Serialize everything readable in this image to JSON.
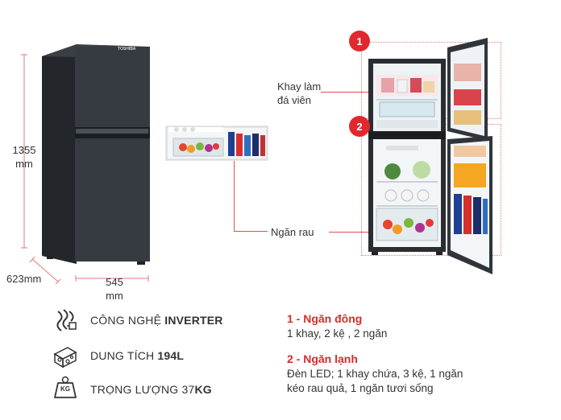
{
  "dimensions": {
    "height_value": "1355",
    "height_unit": "mm",
    "depth": "623mm",
    "width_value": "545",
    "width_unit": "mm"
  },
  "brand_logo_text": "TOSHIBA",
  "callouts": {
    "ice_tray": {
      "line1": "Khay làm",
      "line2": "đá viên"
    },
    "veg_drawer": "Ngăn rau"
  },
  "badges": {
    "freezer": "1",
    "fridge": "2"
  },
  "features": [
    {
      "prefix": "CÔNG NGHỆ ",
      "bold": "INVERTER",
      "suffix": "",
      "icon": "inverter-icon"
    },
    {
      "prefix": "DUNG TÍCH ",
      "bold": "194L",
      "suffix": "",
      "icon": "capacity-icon"
    },
    {
      "prefix": "TRỌNG LƯỢNG 37",
      "bold": "KG",
      "suffix": "",
      "icon": "weight-icon"
    }
  ],
  "weight_icon_label": "KG",
  "specs": {
    "freezer": {
      "title": "1 - Ngăn đông",
      "line1": "1 khay, 2 kệ , 2 ngăn"
    },
    "fridge": {
      "title": "2 - Ngăn lạnh",
      "line1": "Đèn LED; 1 khay chứa, 3 kệ, 1 ngăn",
      "line2": "kéo rau quả, 1 ngăn tươi sống"
    }
  },
  "colors": {
    "accent_red": "#e0282e",
    "fridge_body": "#2e3338"
  }
}
